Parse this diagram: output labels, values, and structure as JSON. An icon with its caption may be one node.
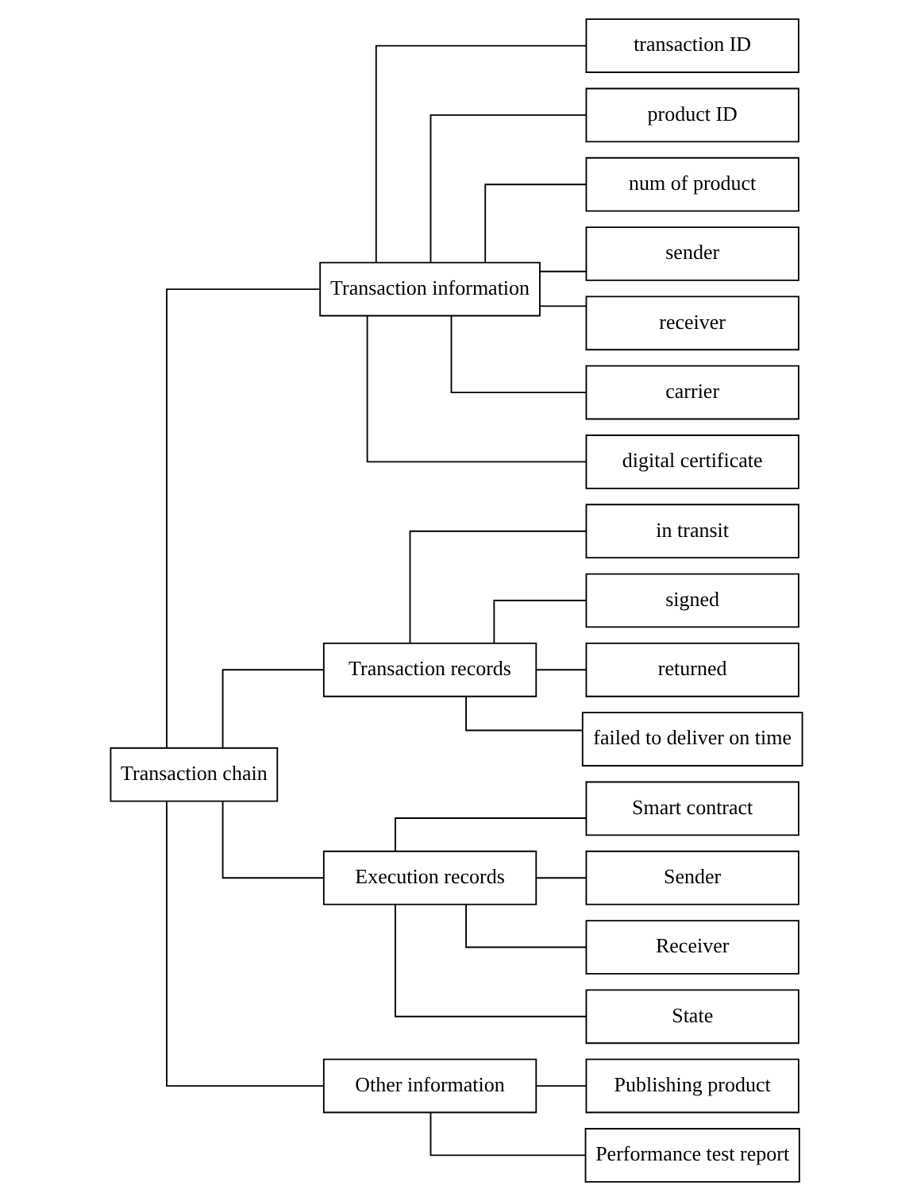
{
  "diagram": {
    "nodes": [
      {
        "text": [
          "Transaction chain"
        ]
      },
      {
        "text": [
          "Transaction information"
        ]
      },
      {
        "text": [
          "transaction ID"
        ]
      },
      {
        "text": [
          "product ID"
        ]
      },
      {
        "text": [
          "num of product"
        ]
      },
      {
        "text": [
          "sender"
        ]
      },
      {
        "text": [
          "receiver"
        ]
      },
      {
        "text": [
          "carrier"
        ]
      },
      {
        "text": [
          "digital certificate"
        ]
      },
      {
        "text": [
          "Transaction records"
        ]
      },
      {
        "text": [
          "in transit"
        ]
      },
      {
        "text": [
          "signed"
        ]
      },
      {
        "text": [
          "returned"
        ]
      },
      {
        "text": [
          "failed to deliver on time"
        ]
      },
      {
        "text": [
          "Execution records"
        ]
      },
      {
        "text": [
          "Smart contract"
        ]
      },
      {
        "text": [
          "Sender"
        ]
      },
      {
        "text": [
          "Receiver"
        ]
      },
      {
        "text": [
          "State"
        ]
      },
      {
        "text": [
          "Other information"
        ]
      },
      {
        "text": [
          "Publishing product"
        ]
      },
      {
        "text": [
          "Performance test report"
        ]
      }
    ],
    "edges": [
      {
        "from": 0,
        "to": 1,
        "arrow": "none"
      },
      {
        "from": 1,
        "to": 2,
        "arrow": "none"
      },
      {
        "from": 1,
        "to": 3,
        "arrow": "none"
      },
      {
        "from": 1,
        "to": 4,
        "arrow": "none"
      },
      {
        "from": 1,
        "to": 5,
        "arrow": "none"
      },
      {
        "from": 1,
        "to": 6,
        "arrow": "none"
      },
      {
        "from": 1,
        "to": 7,
        "arrow": "none"
      },
      {
        "from": 1,
        "to": 8,
        "arrow": "none"
      },
      {
        "from": 0,
        "to": 9,
        "arrow": "none"
      },
      {
        "from": 9,
        "to": 10,
        "arrow": "none"
      },
      {
        "from": 9,
        "to": 11,
        "arrow": "none"
      },
      {
        "from": 9,
        "to": 12,
        "arrow": "none"
      },
      {
        "from": 9,
        "to": 13,
        "arrow": "none"
      },
      {
        "from": 0,
        "to": 14,
        "arrow": "none"
      },
      {
        "from": 14,
        "to": 15,
        "arrow": "none"
      },
      {
        "from": 14,
        "to": 16,
        "arrow": "none"
      },
      {
        "from": 14,
        "to": 17,
        "arrow": "none"
      },
      {
        "from": 14,
        "to": 18,
        "arrow": "none"
      },
      {
        "from": 0,
        "to": 19,
        "arrow": "none"
      },
      {
        "from": 19,
        "to": 20,
        "arrow": "none"
      },
      {
        "from": 19,
        "to": 21,
        "arrow": "none"
      }
    ]
  }
}
